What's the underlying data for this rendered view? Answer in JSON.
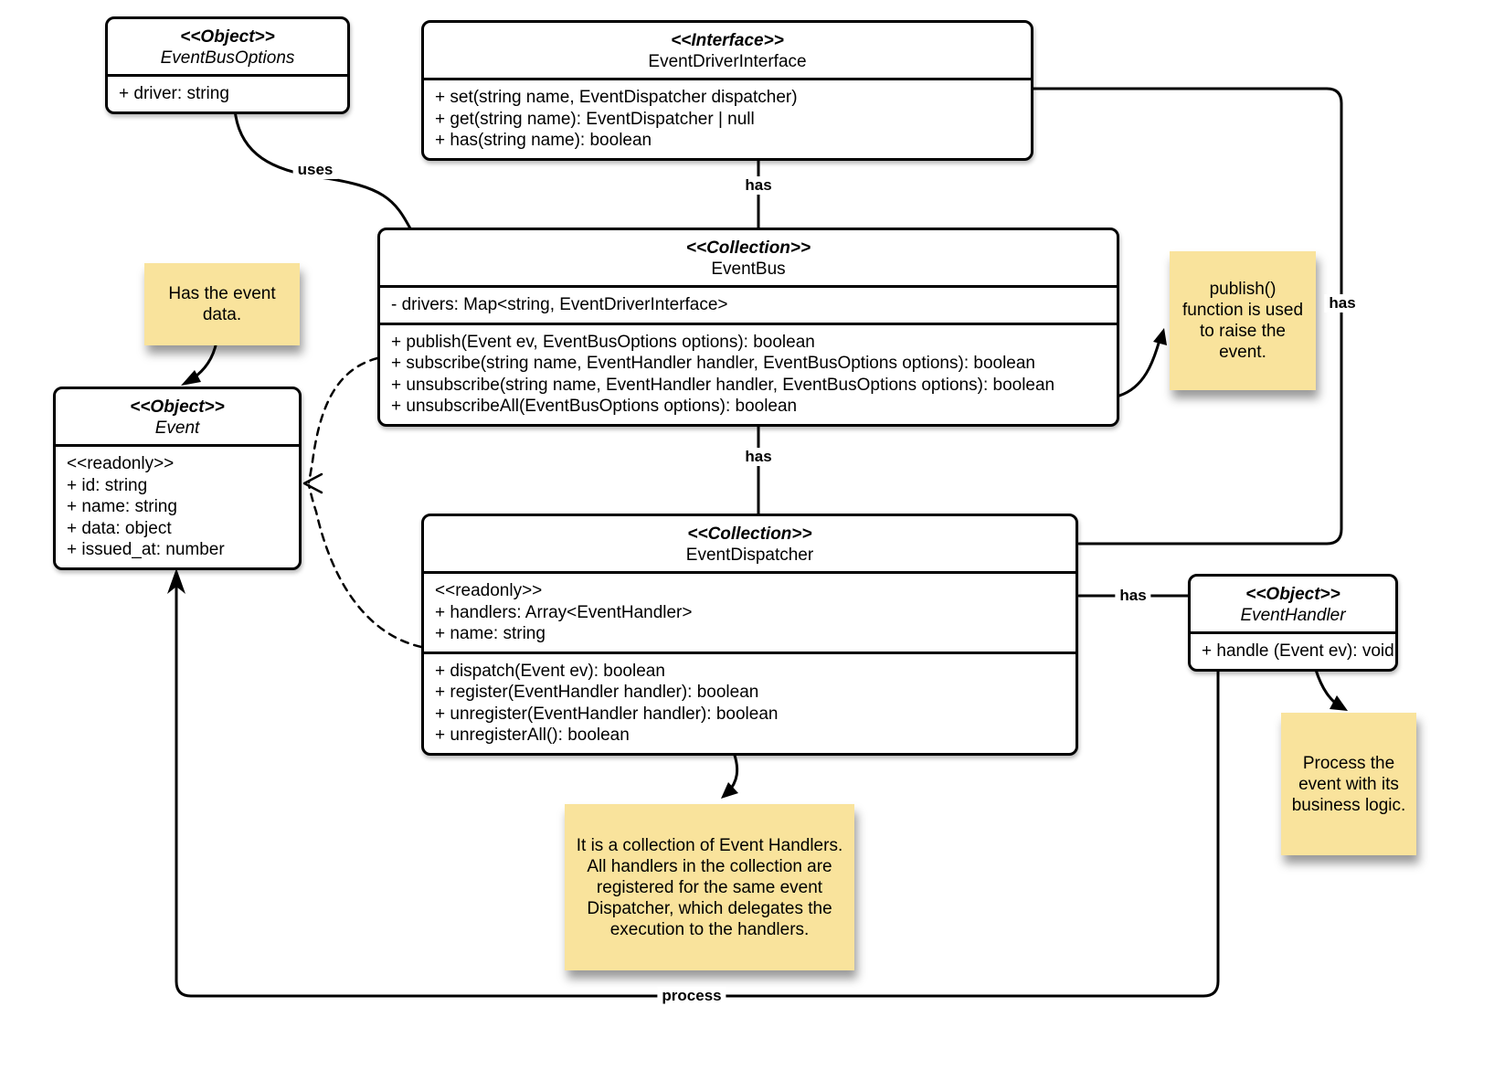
{
  "diagram": {
    "background": "#ffffff",
    "box_fill": "#ffffff",
    "line_color": "#000000",
    "note_fill": "#F9E39C"
  },
  "classes": [
    {
      "stereotype": "<<Object>>",
      "name": "EventBusOptions",
      "attributes": [
        "+ driver: string"
      ],
      "methods": []
    },
    {
      "stereotype": "<<Interface>>",
      "name": "EventDriverInterface",
      "attributes": [],
      "methods": [
        "+ set(string name, EventDispatcher dispatcher)",
        "+ get(string name): EventDispatcher | null",
        "+ has(string name): boolean"
      ]
    },
    {
      "stereotype": "<<Collection>>",
      "name": "EventBus",
      "attributes": [
        "- drivers: Map<string, EventDriverInterface>"
      ],
      "methods": [
        "+ publish(Event ev, EventBusOptions options): boolean",
        "+ subscribe(string name, EventHandler handler, EventBusOptions options): boolean",
        "+ unsubscribe(string name, EventHandler handler, EventBusOptions options): boolean",
        "+ unsubscribeAll(EventBusOptions options): boolean"
      ]
    },
    {
      "stereotype": "<<Object>>",
      "name": "Event",
      "attributes": [
        "<<readonly>>",
        "+ id: string",
        "+ name: string",
        "+ data: object",
        "+ issued_at: number"
      ],
      "methods": []
    },
    {
      "stereotype": "<<Collection>>",
      "name": "EventDispatcher",
      "attributes": [
        "<<readonly>>",
        "+ handlers: Array<EventHandler>",
        "+ name: string"
      ],
      "methods": [
        "+ dispatch(Event ev): boolean",
        "+ register(EventHandler handler): boolean",
        "+ unregister(EventHandler handler): boolean",
        "+ unregisterAll(): boolean"
      ]
    },
    {
      "stereotype": "<<Object>>",
      "name": "EventHandler",
      "attributes": [
        "+ handle (Event ev): void"
      ],
      "methods": []
    }
  ],
  "notes": [
    {
      "text": "Has the event data."
    },
    {
      "text": "publish() function is used to raise the event."
    },
    {
      "text": "It is a collection of Event Handlers. All handlers in the collection are registered for the same event Dispatcher, which delegates the execution to the handlers."
    },
    {
      "text": "Process the event with its business logic."
    }
  ],
  "edge_labels": {
    "uses": "uses",
    "has_driver": "has",
    "has_dispatcher": "has",
    "has_interface_dispatcher": "has",
    "has_handler": "has",
    "process": "process"
  }
}
